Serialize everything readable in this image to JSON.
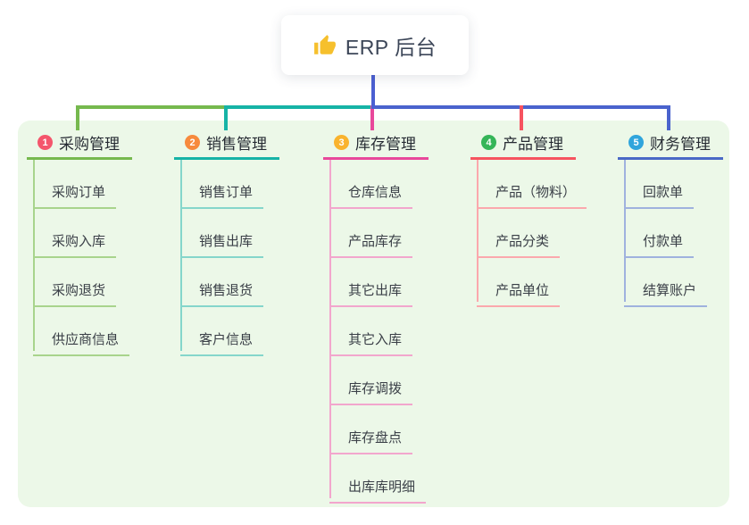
{
  "root": {
    "label": "ERP 后台",
    "icon": "thumbs-up"
  },
  "connector_colors": {
    "root_drop": "#4b5fd2",
    "left_green": "#76b94e",
    "left_teal": "#16b3a6",
    "right_blue": "#4a63cd",
    "drop_magenta": "#e8489b",
    "drop_red": "#f6535f"
  },
  "panel_color": "#ecf8e8",
  "branches": [
    {
      "index": "1",
      "label": "采购管理",
      "badge_color": "#f4566c",
      "line_color": "#76b94e",
      "child_line_color": "#a8d48c",
      "children": [
        "采购订单",
        "采购入库",
        "采购退货",
        "供应商信息"
      ]
    },
    {
      "index": "2",
      "label": "销售管理",
      "badge_color": "#f78a3d",
      "line_color": "#16b3a6",
      "child_line_color": "#85d6cb",
      "children": [
        "销售订单",
        "销售出库",
        "销售退货",
        "客户信息"
      ]
    },
    {
      "index": "3",
      "label": "库存管理",
      "badge_color": "#f9b32d",
      "line_color": "#e8489b",
      "child_line_color": "#f2a6cd",
      "children": [
        "仓库信息",
        "产品库存",
        "其它出库",
        "其它入库",
        "库存调拨",
        "库存盘点",
        "出库库明细"
      ]
    },
    {
      "index": "4",
      "label": "产品管理",
      "badge_color": "#35b558",
      "line_color": "#f6535f",
      "child_line_color": "#fba8ad",
      "children": [
        "产品（物料）",
        "产品分类",
        "产品单位"
      ]
    },
    {
      "index": "5",
      "label": "财务管理",
      "badge_color": "#30a5dc",
      "line_color": "#4a69c6",
      "child_line_color": "#9fb2de",
      "children": [
        "回款单",
        "付款单",
        "结算账户"
      ]
    }
  ]
}
